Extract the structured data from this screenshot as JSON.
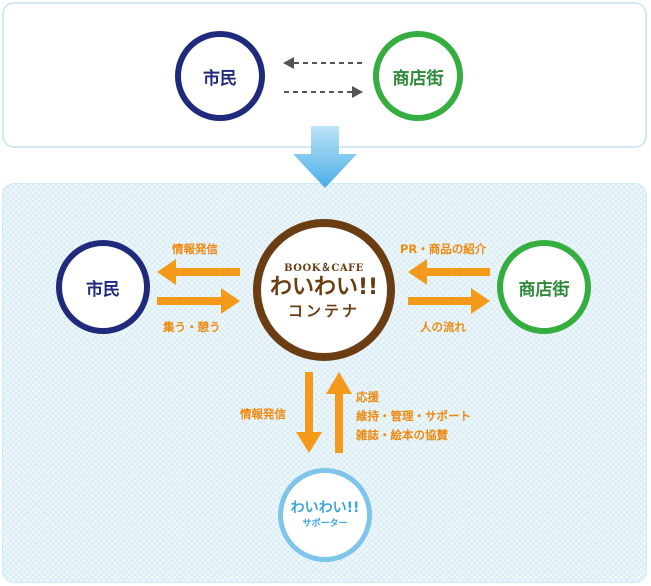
{
  "top": {
    "left_node": "市民",
    "right_node": "商店街"
  },
  "bottom": {
    "left_node": "市民",
    "right_node": "商店街",
    "center": {
      "subtitle": "BOOK＆CAFE",
      "name": "わいわい!!",
      "kana": "コンテナ"
    },
    "supporter": {
      "name": "わいわい!!",
      "kana": "サポーター"
    },
    "labels": {
      "left_top": "情報発信",
      "left_bottom": "集う・憩う",
      "right_top": "PR・商品の紹介",
      "right_bottom": "人の流れ",
      "down_left": "情報発信",
      "up_right": [
        "応援",
        "維持・管理・サポート",
        "雑誌・絵本の協賛"
      ]
    }
  },
  "colors": {
    "citizen": "#1f2a7c",
    "shop": "#35ad3f",
    "center": "#6a3d12",
    "supporter": "#7fc4ea",
    "arrow": "#f39a1a",
    "flow_arrow": "#5fb8ea"
  }
}
